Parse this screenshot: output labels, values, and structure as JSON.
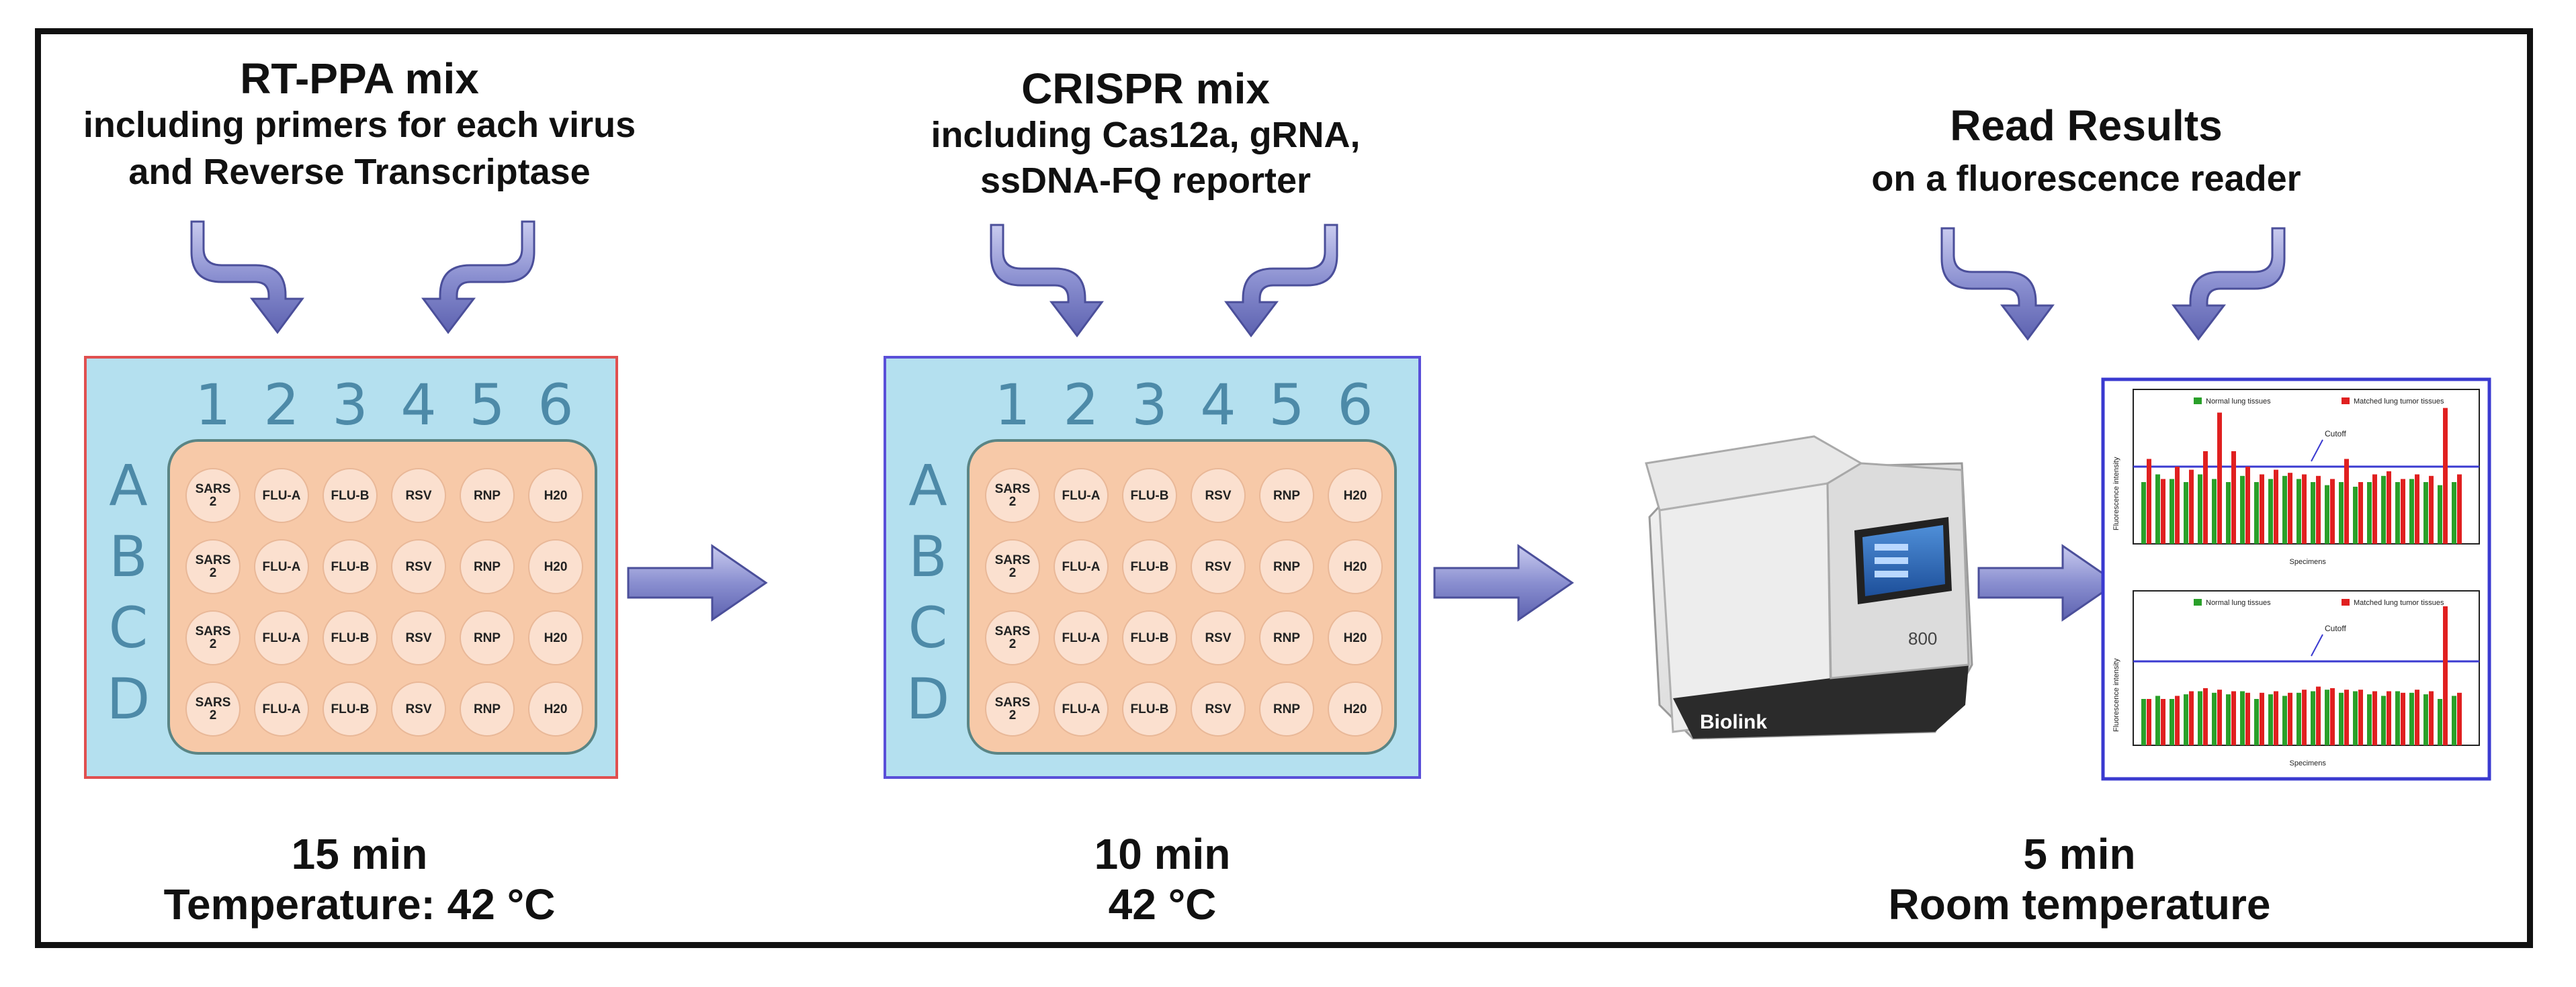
{
  "step1": {
    "title": "RT-PPA mix",
    "subtitle_line1": "including primers for each virus",
    "subtitle_line2": "and Reverse Transcriptase",
    "time": "15 min",
    "condition": "Temperature:  42 °C"
  },
  "step2": {
    "title": "CRISPR mix",
    "subtitle_line1": "including Cas12a, gRNA,",
    "subtitle_line2": "ssDNA-FQ reporter",
    "time": "10 min",
    "condition": "42 °C"
  },
  "step3": {
    "title": "Read Results",
    "subtitle_line1": "on a fluorescence reader",
    "time": "5 min",
    "condition": "Room temperature"
  },
  "plate": {
    "columns": [
      "1",
      "2",
      "3",
      "4",
      "5",
      "6"
    ],
    "rows": [
      "A",
      "B",
      "C",
      "D"
    ],
    "wells": [
      "SARS\n2",
      "FLU-A",
      "FLU-B",
      "RSV",
      "RNP",
      "H20"
    ]
  },
  "reader": {
    "brand": "Biolink",
    "model": "800"
  },
  "results_chart": {
    "top": {
      "legend": [
        "Normal lung tissues",
        "Matched lung tumor tissues"
      ],
      "cutoff_label": "Cutoff",
      "ylabel": "Fluorescence intensity",
      "xlabel": "Specimens"
    },
    "bottom": {
      "legend": [
        "Normal lung tissues",
        "Matched lung tumor tissues"
      ],
      "cutoff_label": "Cutoff",
      "ylabel": "Fluorescence intensity",
      "xlabel": "Specimens"
    }
  },
  "colors": {
    "plate_bg": "#b4e0ef",
    "plate_well_area": "#f7c9a8",
    "plate1_border": "#e05050",
    "plate2_border": "#5a4fd8",
    "arrow": "#8287c8",
    "bar_normal": "#2aa02a",
    "bar_tumor": "#e02020",
    "chart_frame": "#3a3ad0"
  }
}
